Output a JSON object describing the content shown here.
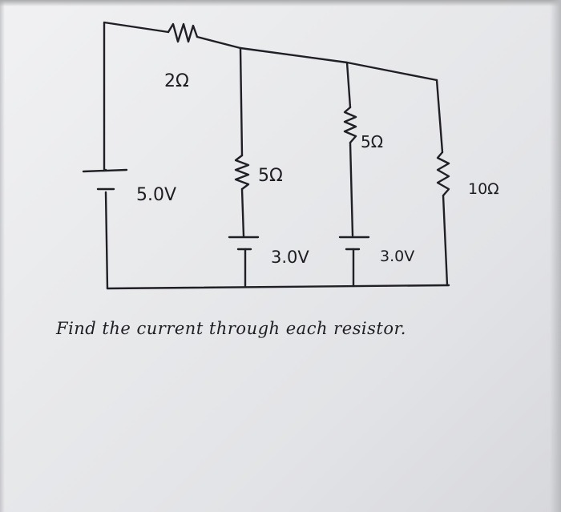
{
  "circuit": {
    "resistors": [
      {
        "id": "r-top",
        "label": "2Ω"
      },
      {
        "id": "r-left-mid",
        "label": "5Ω"
      },
      {
        "id": "r-center",
        "label": "5Ω"
      },
      {
        "id": "r-right",
        "label": "10Ω"
      }
    ],
    "batteries": [
      {
        "id": "b-left",
        "label": "5.0V"
      },
      {
        "id": "b-mid",
        "label": "3.0V"
      },
      {
        "id": "b-center",
        "label": "3.0V"
      }
    ]
  },
  "instruction": "Find the current through each resistor."
}
